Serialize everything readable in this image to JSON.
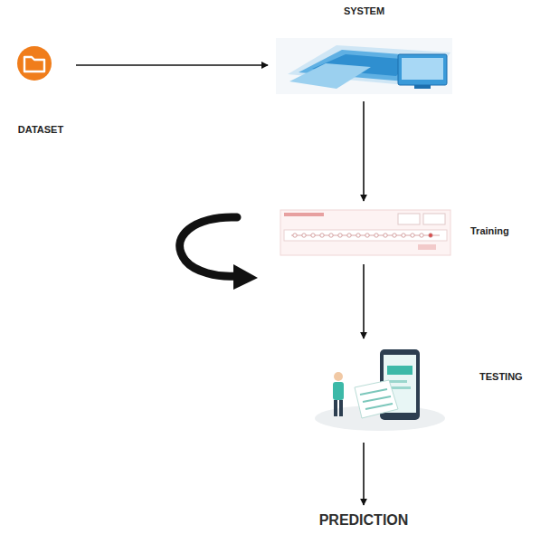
{
  "diagram": {
    "nodes": [
      {
        "text": [
          "DATASET"
        ]
      },
      {
        "text": [
          "SYSTEM"
        ]
      },
      {
        "text": [
          "Training"
        ]
      },
      {
        "text": [
          "TESTING"
        ]
      },
      {
        "text": [
          "PREDICTION"
        ]
      }
    ],
    "edges": [
      {
        "from": 0,
        "to": 1,
        "arrow": "to"
      },
      {
        "from": 1,
        "to": 2,
        "arrow": "to"
      },
      {
        "from": 2,
        "to": 3,
        "arrow": "to"
      },
      {
        "from": 3,
        "to": 4,
        "arrow": "to"
      }
    ]
  }
}
